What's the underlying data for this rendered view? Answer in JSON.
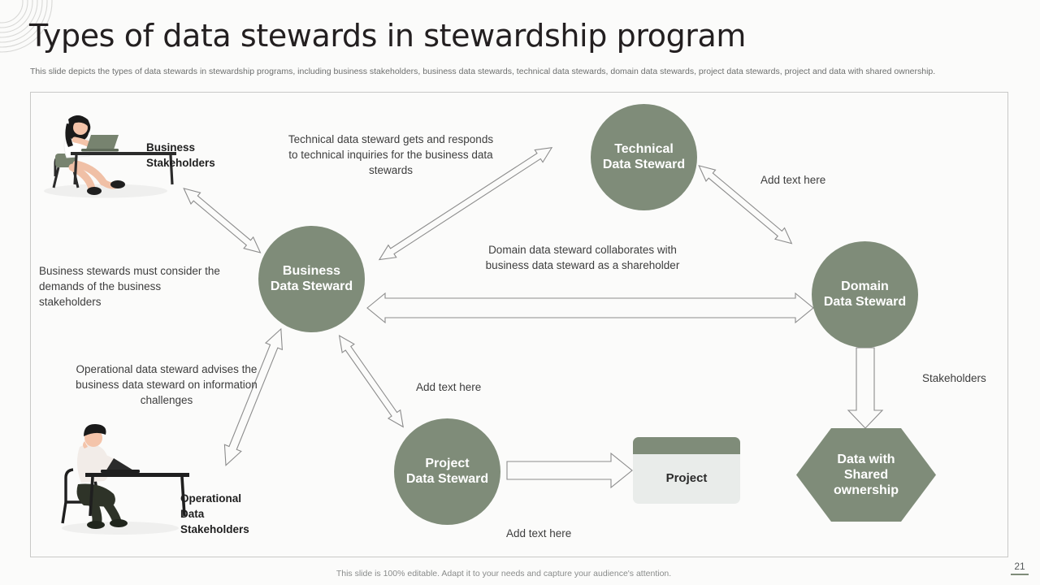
{
  "slide": {
    "title": "Types of data stewards in stewardship program",
    "subtitle": "This slide depicts the types of data stewards in stewardship programs, including business stakeholders, business data stewards, technical data stewards, domain data stewards, project data stewards, project and data with shared ownership.",
    "footer_note": "This slide is 100% editable. Adapt it to your needs and capture your audience's attention.",
    "page_number": "21"
  },
  "colors": {
    "accent_green": "#7f8c79",
    "page_background": "#fbfbfa",
    "frame_border": "#c9c9c7",
    "box_fill": "#e9ecea",
    "arrow_stroke": "#8c8c8c",
    "title_text": "#231f20",
    "subtitle_text": "#6d6f6e"
  },
  "nodes": {
    "business_data_steward": {
      "line1": "Business",
      "line2": "Data Steward",
      "shape": "circle"
    },
    "technical_data_steward": {
      "line1": "Technical",
      "line2": "Data Steward",
      "shape": "circle"
    },
    "domain_data_steward": {
      "line1": "Domain",
      "line2": "Data Steward",
      "shape": "circle"
    },
    "project_data_steward": {
      "line1": "Project",
      "line2": "Data Steward",
      "shape": "circle"
    },
    "data_shared_ownership": {
      "line1": "Data with",
      "line2": "Shared",
      "line3": "ownership",
      "shape": "hexagon"
    },
    "project_box": {
      "label": "Project",
      "shape": "rounded-rect"
    }
  },
  "labels": {
    "business_stakeholders": "Business\nStakeholders",
    "business_stakeholders_l1": "Business",
    "business_stakeholders_l2": "Stakeholders",
    "technical_note": "Technical data steward gets and responds to technical inquiries for the business data stewards",
    "add_text_here_right": "Add text here",
    "business_demands_note": "Business stewards must consider the demands of the business stakeholders",
    "domain_note": "Domain data steward collaborates with business data steward as a shareholder",
    "stakeholders": "Stakeholders",
    "operational_note": "Operational data steward advises the business data steward on information challenges",
    "add_text_here_middle": "Add text here",
    "operational_stakeholders_l1": "Operational",
    "operational_stakeholders_l2": "Data",
    "operational_stakeholders_l3": "Stakeholders",
    "add_text_here_bottom": "Add text here"
  },
  "connectors": [
    {
      "name": "stakeholders-to-business",
      "from": "business-stakeholders",
      "to": "business-data-steward",
      "style": "double-headed-block-arrow"
    },
    {
      "name": "business-to-technical",
      "from": "business-data-steward",
      "to": "technical-data-steward",
      "style": "double-headed-block-arrow"
    },
    {
      "name": "technical-to-domain",
      "from": "technical-data-steward",
      "to": "domain-data-steward",
      "style": "double-headed-block-arrow"
    },
    {
      "name": "business-to-domain",
      "from": "business-data-steward",
      "to": "domain-data-steward",
      "style": "double-headed-block-arrow"
    },
    {
      "name": "business-to-project",
      "from": "business-data-steward",
      "to": "project-data-steward",
      "style": "double-headed-block-arrow"
    },
    {
      "name": "business-to-operational",
      "from": "business-data-steward",
      "to": "operational-stakeholders",
      "style": "double-headed-block-arrow"
    },
    {
      "name": "project-steward-to-project",
      "from": "project-data-steward",
      "to": "project-box",
      "style": "single-block-arrow"
    },
    {
      "name": "domain-to-shared-ownership",
      "from": "domain-data-steward",
      "to": "data-shared-ownership",
      "style": "single-block-arrow-down"
    }
  ]
}
